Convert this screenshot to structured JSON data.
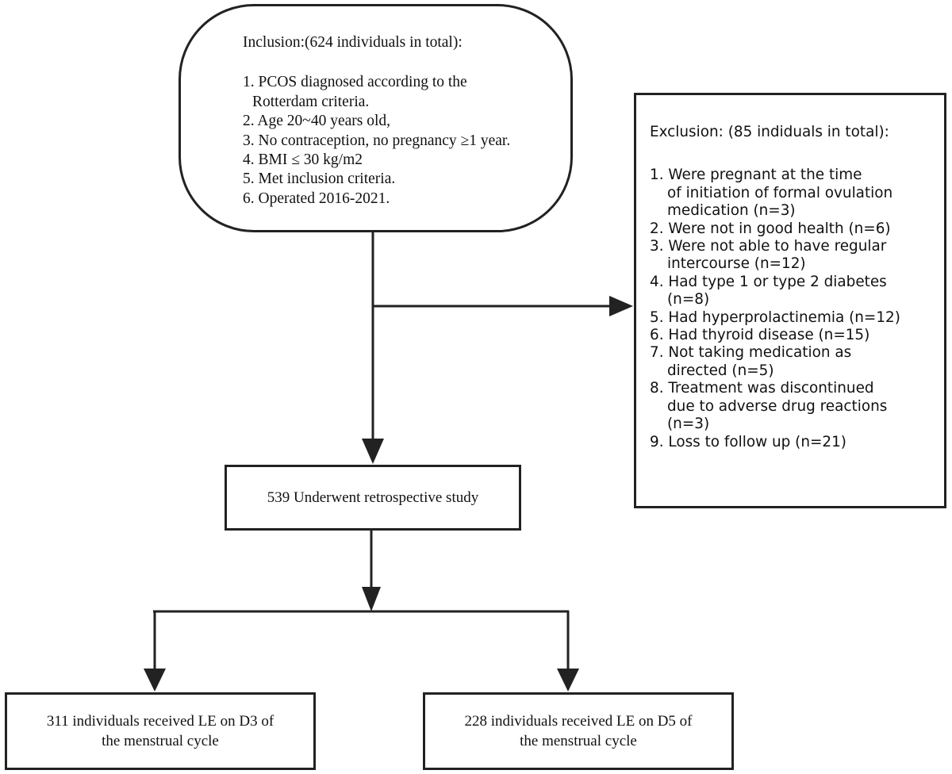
{
  "inclusion": {
    "title": "Inclusion:(624 individuals in  total):",
    "items": [
      [
        "1. PCOS diagnosed according to the",
        "Rotterdam criteria."
      ],
      [
        "2. Age 20~40 years old,"
      ],
      [
        "3. No contraception, no pregnancy ≥1 year."
      ],
      [
        "4. BMI ≤  30  kg/m2"
      ],
      [
        "5. Met inclusion criteria."
      ],
      [
        "6. Operated 2016-2021."
      ]
    ]
  },
  "exclusion": {
    "title": "Exclusion: (85 indiduals in total):",
    "items": [
      [
        "1. Were pregnant at the time",
        "of initiation of formal ovulation",
        "medication (n=3)"
      ],
      [
        "2. Were not in good health (n=6)"
      ],
      [
        "3. Were not able to have regular",
        "intercourse (n=12)"
      ],
      [
        "4. Had type 1 or type 2 diabetes",
        "(n=8)"
      ],
      [
        "5. Had hyperprolactinemia (n=12)"
      ],
      [
        "6. Had thyroid disease (n=15)"
      ],
      [
        "7. Not taking medication as",
        "directed (n=5)"
      ],
      [
        "8. Treatment was discontinued",
        "due to adverse drug reactions",
        "(n=3)"
      ],
      [
        "9. Loss to follow up (n=21)"
      ]
    ]
  },
  "study": {
    "label": "539 Underwent retrospective study"
  },
  "groups": [
    {
      "lines": [
        "311 individuals received LE on D3 of",
        "the menstrual cycle"
      ]
    },
    {
      "lines": [
        "228 individuals received LE on D5 of",
        "the menstrual cycle"
      ]
    }
  ],
  "colors": {
    "stroke": "#222222",
    "background": "#ffffff",
    "text": "#111111"
  }
}
